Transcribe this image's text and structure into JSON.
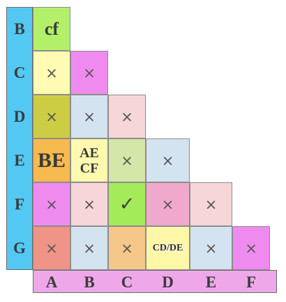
{
  "rows": [
    "B",
    "C",
    "D",
    "E",
    "F",
    "G"
  ],
  "columns": [
    "A",
    "B",
    "C",
    "D",
    "E",
    "F"
  ],
  "cells": [
    [
      {
        "text": "cf",
        "style": "mid",
        "color": "#b2f069"
      }
    ],
    [
      {
        "text": "×",
        "style": "cross",
        "color": "#fffbb2"
      },
      {
        "text": "×",
        "style": "cross",
        "color": "#ef8bef"
      }
    ],
    [
      {
        "text": "×",
        "style": "cross",
        "color": "#cdcd43"
      },
      {
        "text": "×",
        "style": "cross",
        "color": "#d4e3f0"
      },
      {
        "text": "×",
        "style": "cross",
        "color": "#f7d6d9"
      }
    ],
    [
      {
        "text": "BE",
        "style": "big",
        "color": "#f7ba4f"
      },
      {
        "text": "AE\nCF",
        "style": "two-line",
        "color": "#fff9b0"
      },
      {
        "text": "×",
        "style": "cross",
        "color": "#d4e7a8"
      },
      {
        "text": "×",
        "style": "cross",
        "color": "#d4e3f0"
      }
    ],
    [
      {
        "text": "×",
        "style": "cross",
        "color": "#ef8bef"
      },
      {
        "text": "×",
        "style": "cross",
        "color": "#f7d6d9"
      },
      {
        "text": "✓",
        "style": "check",
        "color": "#a3eb59"
      },
      {
        "text": "×",
        "style": "cross",
        "color": "#f1a8cd"
      },
      {
        "text": "×",
        "style": "cross",
        "color": "#f7d6d9"
      }
    ],
    [
      {
        "text": "×",
        "style": "cross",
        "color": "#ef9486"
      },
      {
        "text": "×",
        "style": "cross",
        "color": "#d4e3f0"
      },
      {
        "text": "×",
        "style": "cross",
        "color": "#f5c88a"
      },
      {
        "text": "CD/DE",
        "style": "small",
        "color": "#fff7a8"
      },
      {
        "text": "×",
        "style": "cross",
        "color": "#d4e3f0"
      },
      {
        "text": "×",
        "style": "cross",
        "color": "#ef8bef"
      }
    ]
  ]
}
